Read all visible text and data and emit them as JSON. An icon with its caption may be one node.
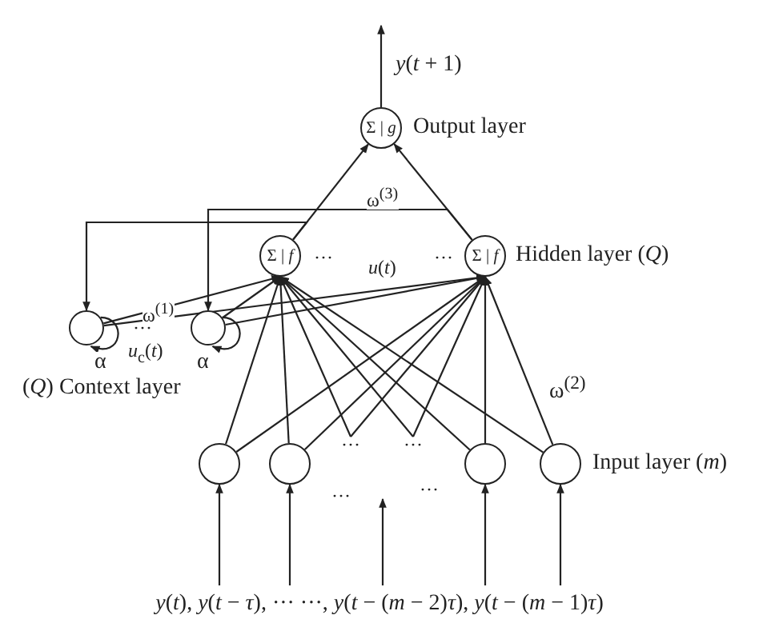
{
  "diagram": {
    "nodes": [
      {
        "text": [
          "Σ | *g*"
        ],
        "beside": [
          "Output layer"
        ]
      },
      {
        "text": [
          "Σ | *f*"
        ]
      },
      {
        "text": [
          "Σ | *f*"
        ],
        "beside": [
          "Hidden layer (*Q*)"
        ]
      },
      {
        "text": [],
        "shape": "circle"
      },
      {
        "text": [],
        "shape": "circle"
      },
      {
        "text": [],
        "shape": "circle"
      },
      {
        "text": [],
        "shape": "circle"
      },
      {
        "text": [],
        "shape": "circle"
      },
      {
        "text": [],
        "shape": "circle",
        "beside": [
          "Input layer (*m*)"
        ]
      },
      {
        "text": [
          "*y*(*t*), *y*(*t* − *τ*), ··· ···, *y*(*t* − (*m* − 2)*τ*), *y*(*t* − (*m* − 1)*τ*)"
        ]
      },
      {
        "text": [
          "···"
        ]
      },
      {
        "text": [
          "···"
        ]
      }
    ],
    "edges": [
      {
        "from": 0,
        "to": null,
        "arrow": "to",
        "label": "*y*(*t* + 1)"
      },
      {
        "from": 1,
        "to": 0,
        "arrow": "to"
      },
      {
        "from": 2,
        "to": 0,
        "arrow": "to"
      },
      {
        "from": 1,
        "to": 3,
        "arrow": "to"
      },
      {
        "from": 2,
        "to": 4,
        "arrow": "to"
      },
      {
        "from": 3,
        "to": 3,
        "arrow": "to",
        "label": "α"
      },
      {
        "from": 4,
        "to": 4,
        "arrow": "to",
        "label": "α"
      },
      {
        "from": 3,
        "to": 1,
        "arrow": "to"
      },
      {
        "from": 3,
        "to": 2,
        "arrow": "to"
      },
      {
        "from": 4,
        "to": 1,
        "arrow": "to"
      },
      {
        "from": 4,
        "to": 2,
        "arrow": "to"
      },
      {
        "from": 5,
        "to": 1,
        "arrow": "to"
      },
      {
        "from": 5,
        "to": 2,
        "arrow": "to"
      },
      {
        "from": 6,
        "to": 1,
        "arrow": "to"
      },
      {
        "from": 6,
        "to": 2,
        "arrow": "to"
      },
      {
        "from": 10,
        "to": 1,
        "arrow": "to"
      },
      {
        "from": 10,
        "to": 2,
        "arrow": "to"
      },
      {
        "from": 11,
        "to": 1,
        "arrow": "to"
      },
      {
        "from": 11,
        "to": 2,
        "arrow": "to"
      },
      {
        "from": 7,
        "to": 1,
        "arrow": "to"
      },
      {
        "from": 7,
        "to": 2,
        "arrow": "to"
      },
      {
        "from": 8,
        "to": 1,
        "arrow": "to"
      },
      {
        "from": 8,
        "to": 2,
        "arrow": "to",
        "label": "ω$^{(2)}$"
      },
      {
        "from": 9,
        "to": 5,
        "arrow": "to"
      },
      {
        "from": 9,
        "to": 6,
        "arrow": "to"
      },
      {
        "from": 9,
        "to": null,
        "arrow": "to"
      },
      {
        "from": 9,
        "to": 7,
        "arrow": "to"
      },
      {
        "from": 9,
        "to": 8,
        "arrow": "to"
      }
    ],
    "labels": [
      "ω$^{(3)}$",
      "···",
      "*u*(*t*)",
      "···",
      "ω$^{(1)}$",
      "*u*$_{c}$(*t*)",
      "···",
      "(*Q*) Context layer",
      "···",
      "···"
    ]
  }
}
